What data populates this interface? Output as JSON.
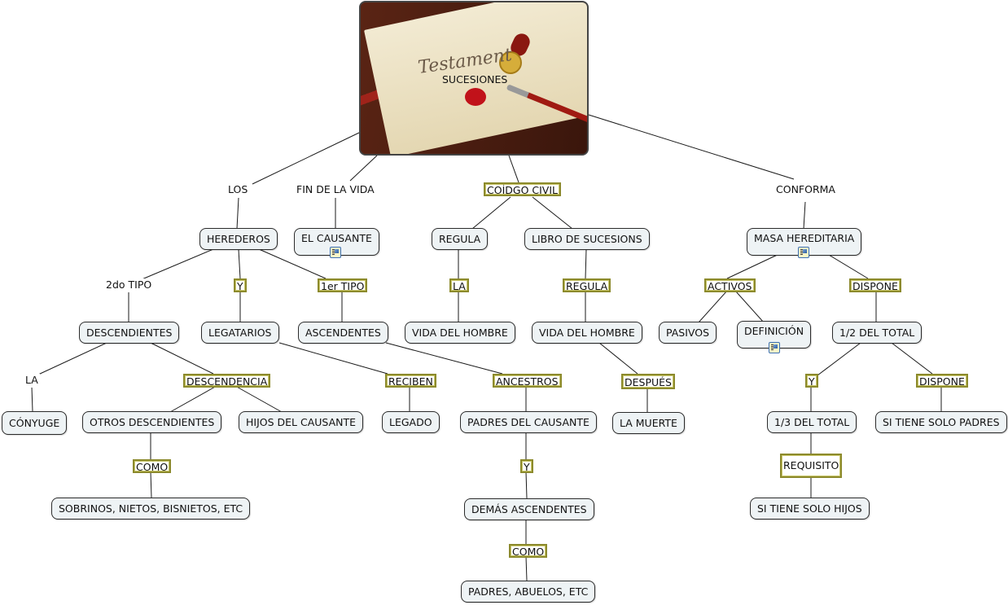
{
  "root": {
    "label": "SUCESIONES",
    "image_caption": "Testament",
    "image": "testament-envelope-photo"
  },
  "linking_phrases": {
    "los": "LOS",
    "fin_de_la_vida": "FIN DE LA VIDA",
    "codigo_civil": "COÍDGO CIVIL",
    "conforma": "CONFORMA",
    "segundo_tipo": "2do TIPO",
    "y_herederos": "Y",
    "primer_tipo": "1er TIPO",
    "la_regula": "LA",
    "regula_libro": "REGULA",
    "activos": "ACTIVOS",
    "dispone_masa": "DISPONE",
    "la_conyuge": "LA",
    "descendencia": "DESCENDENCIA",
    "reciben": "RECIBEN",
    "ancestros": "ANCESTROS",
    "despues": "DESPUÉS",
    "y_total": "Y",
    "dispone_total": "DISPONE",
    "como_desc": "COMO",
    "y_padres": "Y",
    "requisito": "REQUISITO",
    "como_asc": "COMO"
  },
  "concepts": {
    "herederos": "HEREDEROS",
    "el_causante": "EL CAUSANTE",
    "regula": "REGULA",
    "libro_de_sucesions": "LIBRO DE SUCESIONS",
    "masa_hereditaria": "MASA HEREDITARIA",
    "descendientes": "DESCENDIENTES",
    "legatarios": "LEGATARIOS",
    "ascendentes": "ASCENDENTES",
    "vida_del_hombre_1": "VIDA DEL HOMBRE",
    "vida_del_hombre_2": "VIDA DEL HOMBRE",
    "pasivos": "PASIVOS",
    "definicion": "DEFINICIÓN",
    "mitad_del_total": "1/2 DEL TOTAL",
    "conyuge": "CÓNYUGE",
    "otros_descendientes": "OTROS DESCENDIENTES",
    "hijos_del_causante": "HIJOS DEL CAUSANTE",
    "legado": "LEGADO",
    "padres_del_causante": "PADRES DEL CAUSANTE",
    "la_muerte": "LA MUERTE",
    "tercio_del_total": "1/3 DEL TOTAL",
    "si_tiene_solo_padres": "SI TIENE SOLO PADRES",
    "sobrinos_nietos": "SOBRINOS, NIETOS, BISNIETOS, ETC",
    "demas_ascendentes": "DEMÁS ASCENDENTES",
    "si_tiene_solo_hijos": "SI TIENE SOLO HIJOS",
    "padres_abuelos": "PADRES, ABUELOS, ETC"
  },
  "resource_icons": [
    "el_causante",
    "masa_hereditaria",
    "definicion"
  ],
  "colors": {
    "concept_fill": "#eef3f5",
    "concept_border": "#2b2b2b",
    "linking_border": "#8c8a2c",
    "line": "#1a1a1a"
  }
}
